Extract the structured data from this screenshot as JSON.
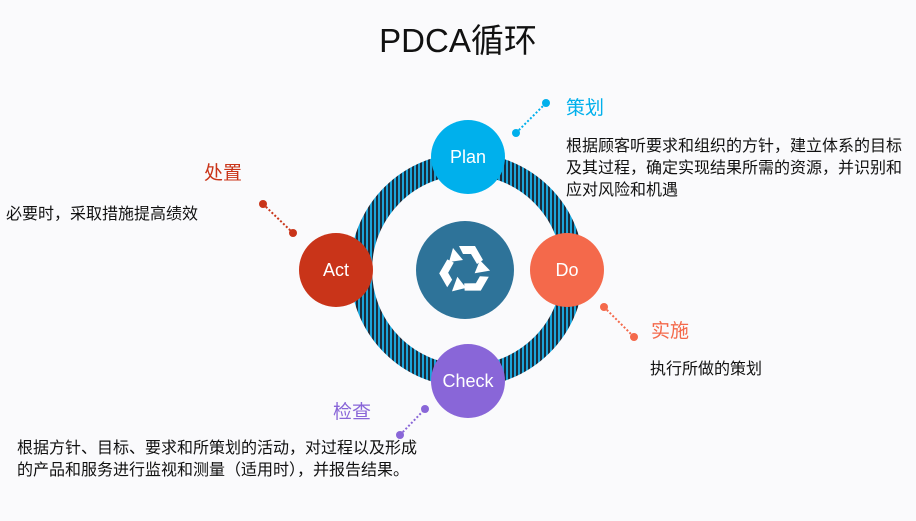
{
  "title": "PDCA循环",
  "colors": {
    "plan": "#00b0ec",
    "do": "#f4694b",
    "check": "#8966d8",
    "act": "#c93419",
    "center": "#2e7399",
    "ring_dark": "#1b2c3c",
    "ring_light": "#1ba3d8"
  },
  "center_icon": "recycle-icon",
  "phases": {
    "plan": {
      "label": "Plan",
      "heading": "策划",
      "description": "根据顾客听要求和组织的方针，建立体系的目标及其过程，确定实现结果所需的资源，并识别和应对风险和机遇"
    },
    "do": {
      "label": "Do",
      "heading": "实施",
      "description": "执行所做的策划"
    },
    "check": {
      "label": "Check",
      "heading": "检查",
      "description": "根据方针、目标、要求和所策划的活动，对过程以及形成的产品和服务进行监视和测量（适用时），并报告结果。"
    },
    "act": {
      "label": "Act",
      "heading": "处置",
      "description": "必要时，采取措施提高绩效"
    }
  }
}
